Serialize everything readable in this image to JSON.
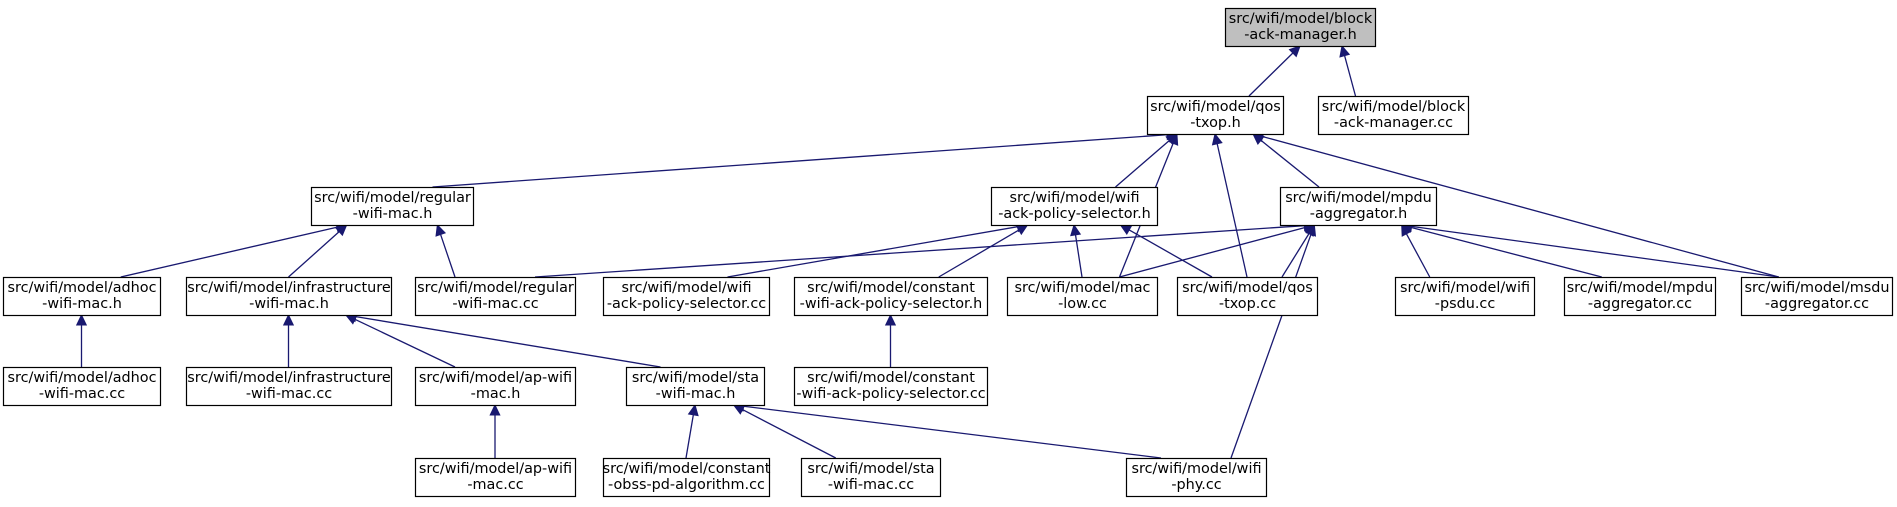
{
  "colors": {
    "edge": "#191970",
    "root_fill": "#bfbfbf",
    "node_fill": "#ffffff",
    "border": "#000000"
  },
  "nodes": [
    {
      "id": "bam_h",
      "lines": [
        "src/wifi/model/block",
        "-ack-manager.h"
      ],
      "root": true
    },
    {
      "id": "qos_txop_h",
      "lines": [
        "src/wifi/model/qos",
        "-txop.h"
      ]
    },
    {
      "id": "bam_cc",
      "lines": [
        "src/wifi/model/block",
        "-ack-manager.cc"
      ]
    },
    {
      "id": "regular_h",
      "lines": [
        "src/wifi/model/regular",
        "-wifi-mac.h"
      ]
    },
    {
      "id": "wifi_aps_h",
      "lines": [
        "src/wifi/model/wifi",
        "-ack-policy-selector.h"
      ]
    },
    {
      "id": "mpdu_agg_h",
      "lines": [
        "src/wifi/model/mpdu",
        "-aggregator.h"
      ]
    },
    {
      "id": "adhoc_h",
      "lines": [
        "src/wifi/model/adhoc",
        "-wifi-mac.h"
      ]
    },
    {
      "id": "infra_h",
      "lines": [
        "src/wifi/model/infrastructure",
        "-wifi-mac.h"
      ]
    },
    {
      "id": "regular_cc",
      "lines": [
        "src/wifi/model/regular",
        "-wifi-mac.cc"
      ]
    },
    {
      "id": "wifi_aps_cc",
      "lines": [
        "src/wifi/model/wifi",
        "-ack-policy-selector.cc"
      ]
    },
    {
      "id": "const_aps_h",
      "lines": [
        "src/wifi/model/constant",
        "-wifi-ack-policy-selector.h"
      ]
    },
    {
      "id": "mac_low_cc",
      "lines": [
        "src/wifi/model/mac",
        "-low.cc"
      ]
    },
    {
      "id": "qos_txop_cc",
      "lines": [
        "src/wifi/model/qos",
        "-txop.cc"
      ]
    },
    {
      "id": "wifi_psdu_cc",
      "lines": [
        "src/wifi/model/wifi",
        "-psdu.cc"
      ]
    },
    {
      "id": "mpdu_agg_cc",
      "lines": [
        "src/wifi/model/mpdu",
        "-aggregator.cc"
      ]
    },
    {
      "id": "msdu_agg_cc",
      "lines": [
        "src/wifi/model/msdu",
        "-aggregator.cc"
      ]
    },
    {
      "id": "adhoc_cc",
      "lines": [
        "src/wifi/model/adhoc",
        "-wifi-mac.cc"
      ]
    },
    {
      "id": "infra_cc",
      "lines": [
        "src/wifi/model/infrastructure",
        "-wifi-mac.cc"
      ]
    },
    {
      "id": "ap_h",
      "lines": [
        "src/wifi/model/ap-wifi",
        "-mac.h"
      ]
    },
    {
      "id": "sta_h",
      "lines": [
        "src/wifi/model/sta",
        "-wifi-mac.h"
      ]
    },
    {
      "id": "const_aps_cc",
      "lines": [
        "src/wifi/model/constant",
        "-wifi-ack-policy-selector.cc"
      ]
    },
    {
      "id": "ap_cc",
      "lines": [
        "src/wifi/model/ap-wifi",
        "-mac.cc"
      ]
    },
    {
      "id": "obss_cc",
      "lines": [
        "src/wifi/model/constant",
        "-obss-pd-algorithm.cc"
      ]
    },
    {
      "id": "sta_cc",
      "lines": [
        "src/wifi/model/sta",
        "-wifi-mac.cc"
      ]
    },
    {
      "id": "wifi_phy_cc",
      "lines": [
        "src/wifi/model/wifi",
        "-phy.cc"
      ]
    }
  ],
  "edges": [
    [
      "bam_h",
      "qos_txop_h"
    ],
    [
      "bam_h",
      "bam_cc"
    ],
    [
      "qos_txop_h",
      "regular_h"
    ],
    [
      "qos_txop_h",
      "wifi_aps_h"
    ],
    [
      "qos_txop_h",
      "mpdu_agg_h"
    ],
    [
      "qos_txop_h",
      "mac_low_cc"
    ],
    [
      "qos_txop_h",
      "qos_txop_cc"
    ],
    [
      "qos_txop_h",
      "msdu_agg_cc"
    ],
    [
      "regular_h",
      "adhoc_h"
    ],
    [
      "regular_h",
      "infra_h"
    ],
    [
      "regular_h",
      "regular_cc"
    ],
    [
      "wifi_aps_h",
      "wifi_aps_cc"
    ],
    [
      "wifi_aps_h",
      "const_aps_h"
    ],
    [
      "wifi_aps_h",
      "mac_low_cc"
    ],
    [
      "wifi_aps_h",
      "qos_txop_cc"
    ],
    [
      "mpdu_agg_h",
      "regular_cc"
    ],
    [
      "mpdu_agg_h",
      "mac_low_cc"
    ],
    [
      "mpdu_agg_h",
      "qos_txop_cc"
    ],
    [
      "mpdu_agg_h",
      "wifi_psdu_cc"
    ],
    [
      "mpdu_agg_h",
      "mpdu_agg_cc"
    ],
    [
      "mpdu_agg_h",
      "msdu_agg_cc"
    ],
    [
      "mpdu_agg_h",
      "wifi_phy_cc"
    ],
    [
      "adhoc_h",
      "adhoc_cc"
    ],
    [
      "infra_h",
      "infra_cc"
    ],
    [
      "infra_h",
      "ap_h"
    ],
    [
      "infra_h",
      "sta_h"
    ],
    [
      "const_aps_h",
      "const_aps_cc"
    ],
    [
      "ap_h",
      "ap_cc"
    ],
    [
      "sta_h",
      "obss_cc"
    ],
    [
      "sta_h",
      "sta_cc"
    ],
    [
      "sta_h",
      "wifi_phy_cc"
    ]
  ]
}
